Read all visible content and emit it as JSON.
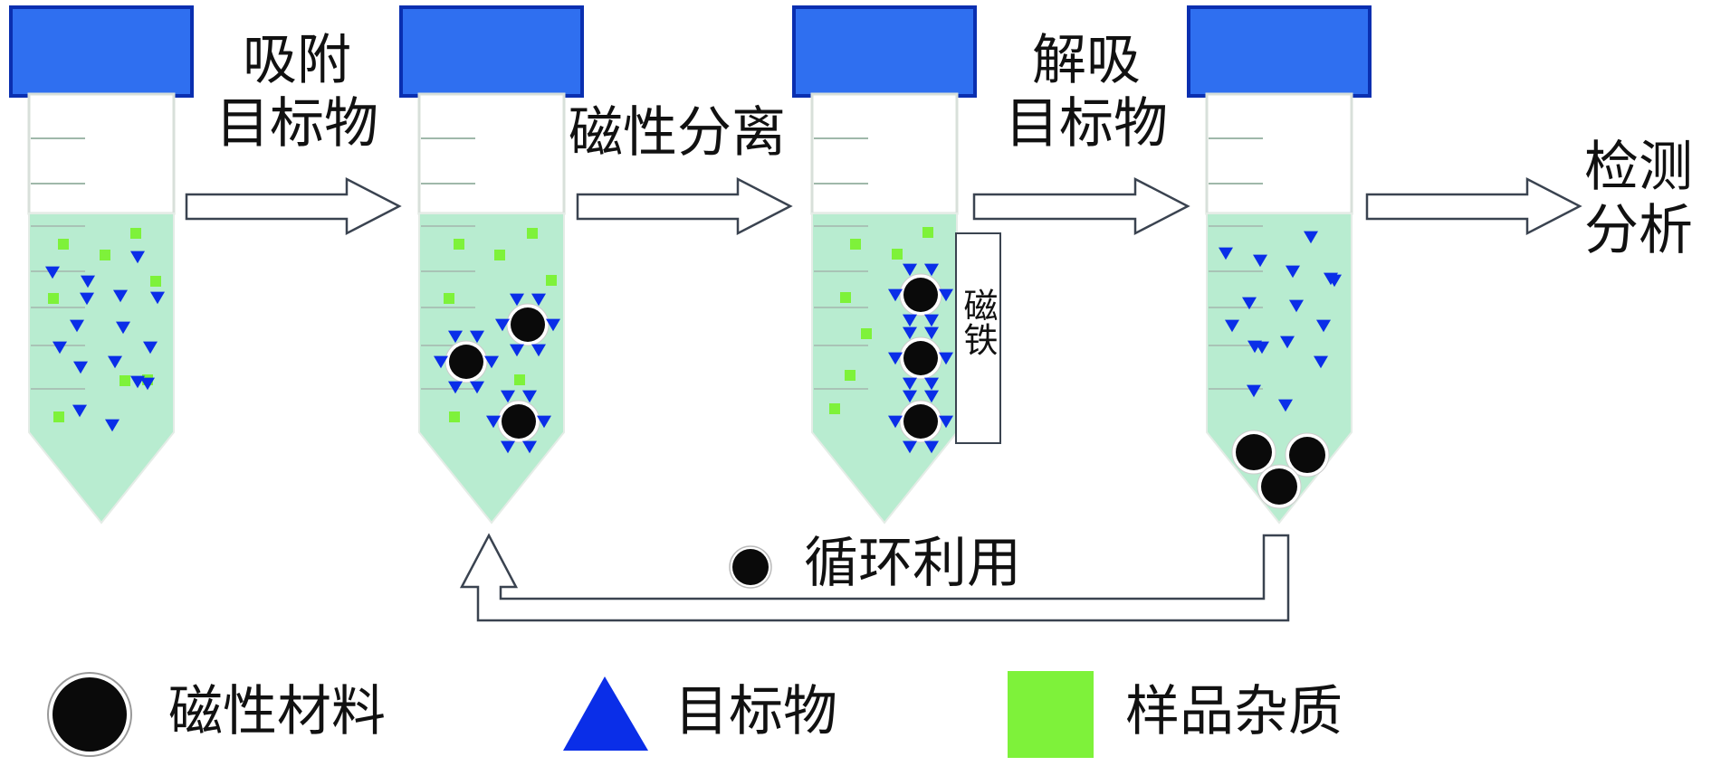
{
  "diagram": {
    "title": "",
    "colors": {
      "cap": "#2f6ff0",
      "cap_border": "#0a2fb0",
      "liquid": "#b8ecd0",
      "tube_wall": "#d8e0da",
      "target": "#0a2ee8",
      "impurity": "#7ef23a",
      "magnetic": "#0a0a0a",
      "arrow_stroke": "#3a4350"
    },
    "steps": [
      {
        "label_lines": [
          "吸附",
          "目标物"
        ]
      },
      {
        "label_lines": [
          "磁性分离"
        ]
      },
      {
        "label_lines": [
          "解吸",
          "目标物"
        ]
      },
      {
        "label_lines": [
          "检测",
          "分析"
        ]
      }
    ],
    "tubes": [
      {
        "name": "tube-sample",
        "contents": "impurities and free target molecules",
        "impurity_count": 8,
        "target_count": 16,
        "magnetic_particles": 0
      },
      {
        "name": "tube-adsorption",
        "contents": "magnetic particles bound with target molecules",
        "impurity_count": 7,
        "bound_particles": 3
      },
      {
        "name": "tube-separation",
        "contents": "particles held by magnet",
        "impurity_count": 7,
        "bound_particles": 3,
        "has_magnet": true
      },
      {
        "name": "tube-desorption",
        "contents": "free target molecules, particles settled",
        "target_count": 16,
        "magnetic_particles": 3
      }
    ],
    "magnet_label": "磁铁",
    "recycle_label": "循环利用",
    "legend": [
      {
        "symbol": "magnetic-material",
        "label": "磁性材料"
      },
      {
        "symbol": "target",
        "label": "目标物"
      },
      {
        "symbol": "impurity",
        "label": "样品杂质"
      }
    ]
  }
}
